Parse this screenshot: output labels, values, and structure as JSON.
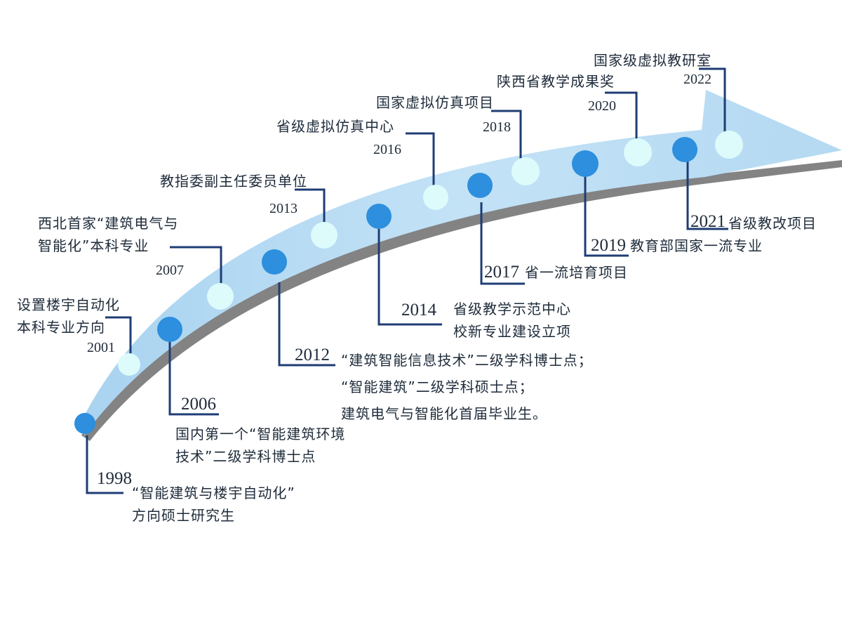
{
  "milestones": {
    "m1998": {
      "year": "1998",
      "text1": "“智能建筑与楼宇自动化”",
      "text2": "方向硕士研究生"
    },
    "m2001": {
      "year": "2001",
      "text1": "设置楼宇自动化",
      "text2": "本科专业方向"
    },
    "m2006": {
      "year": "2006",
      "text1": "国内第一个“智能建筑环境",
      "text2": "技术”二级学科博士点"
    },
    "m2007": {
      "year": "2007",
      "text1": "西北首家“建筑电气与",
      "text2": "智能化”本科专业"
    },
    "m2012": {
      "year": "2012",
      "text1": "“建筑智能信息技术”二级学科博士点；",
      "text2": "“智能建筑”二级学科硕士点；",
      "text3": "建筑电气与智能化首届毕业生。"
    },
    "m2013": {
      "year": "2013",
      "text1": "教指委副主任委员单位"
    },
    "m2014": {
      "year": "2014",
      "text1": "省级教学示范中心",
      "text2": "校新专业建设立项"
    },
    "m2016": {
      "year": "2016",
      "text1": "省级虚拟仿真中心"
    },
    "m2017": {
      "year": "2017",
      "text1": "省一流培育项目"
    },
    "m2018": {
      "year": "2018",
      "text1": "国家虚拟仿真项目"
    },
    "m2019": {
      "year": "2019",
      "text1": "教育部国家一流专业"
    },
    "m2020": {
      "year": "2020",
      "text1": "陕西省教学成果奖"
    },
    "m2021": {
      "year": "2021",
      "text1": "省级教改项目"
    },
    "m2022": {
      "year": "2022",
      "text1": "国家级虚拟教研室"
    }
  },
  "colors": {
    "arrow_fill": "#b9dcf3",
    "arrow_shadow": "#6d6d6d",
    "dot_dark": "#2d8fdd",
    "dot_light": "#ddfbfb",
    "leader": "#1f3c74"
  }
}
